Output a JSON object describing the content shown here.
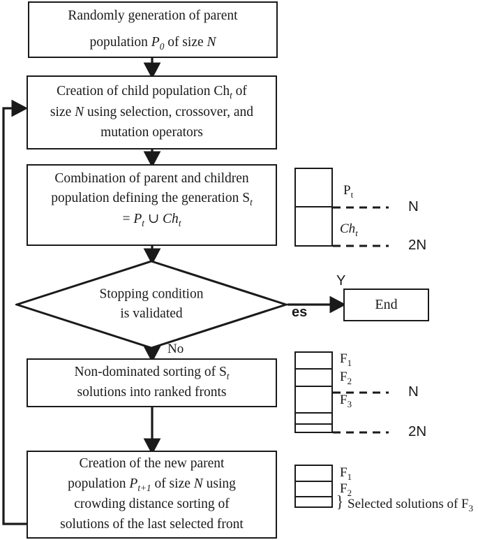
{
  "diagram": {
    "title": "NSGA-II evolutionary algorithm flowchart",
    "colors": {
      "stroke": "#1a1a1a",
      "fill": "#ffffff"
    },
    "nodes": [
      {
        "id": "init",
        "type": "process",
        "line1": "Randomly generation of parent",
        "line2_pre": "population ",
        "line2_var": "P",
        "line2_sub": "0",
        "line2_mid": " of size ",
        "line2_var2": "N"
      },
      {
        "id": "child",
        "type": "process",
        "line1_pre": "Creation of child population Ch",
        "line1_sub": "t",
        "line1_post": " of",
        "line2_pre": "size ",
        "line2_var": "N",
        "line2_post": " using selection, crossover, and",
        "line3": "mutation operators"
      },
      {
        "id": "combine",
        "type": "process",
        "line1": "Combination of parent and children",
        "line2_pre": "population defining the generation S",
        "line2_sub": "t",
        "line3_eq": "= ",
        "line3_p": "P",
        "line3_psub": "t",
        "line3_union": " ∪ ",
        "line3_ch": "Ch",
        "line3_chsub": "t"
      },
      {
        "id": "stop",
        "type": "decision",
        "line1": "Stopping condition",
        "line2": "is validated"
      },
      {
        "id": "end",
        "type": "terminator",
        "label": "End"
      },
      {
        "id": "sort",
        "type": "process",
        "line1_pre": "Non-dominated sorting of S",
        "line1_sub": "t",
        "line2": "solutions into ranked fronts"
      },
      {
        "id": "newparent",
        "type": "process",
        "line1": "Creation of the new parent",
        "line2_pre": "population ",
        "line2_var": "P",
        "line2_sub": "t+1",
        "line2_mid": " of size ",
        "line2_var2": "N",
        "line2_post": " using",
        "line3": "crowding distance sorting of",
        "line4": "solutions of the last selected front"
      }
    ],
    "edge_labels": {
      "yes_upper": "Y",
      "yes_lower": "es",
      "no": "No"
    },
    "side_panels": [
      {
        "id": "combination-stack",
        "cells": [
          {
            "label_main": "P",
            "label_sub": "t",
            "italic": false
          },
          {
            "label_main": "Ch",
            "label_sub": "t",
            "italic": true
          }
        ],
        "markers": [
          {
            "label": "N"
          },
          {
            "label": "2N"
          }
        ]
      },
      {
        "id": "fronts-stack",
        "cells": [
          {
            "label_main": "F",
            "label_sub": "1"
          },
          {
            "label_main": "F",
            "label_sub": "2"
          },
          {
            "label_main": "F",
            "label_sub": "3"
          },
          {
            "label_main": "",
            "label_sub": ""
          },
          {
            "label_main": "",
            "label_sub": ""
          }
        ],
        "markers": [
          {
            "label": "N"
          },
          {
            "label": "2N"
          }
        ]
      },
      {
        "id": "selected-stack",
        "cells": [
          {
            "label_main": "F",
            "label_sub": "1"
          },
          {
            "label_main": "F",
            "label_sub": "2"
          },
          {
            "label_main": "",
            "label_sub": ""
          }
        ],
        "brace_glyph": "}",
        "brace_text_pre": "Selected solutions of F",
        "brace_text_sub": "3"
      }
    ]
  }
}
